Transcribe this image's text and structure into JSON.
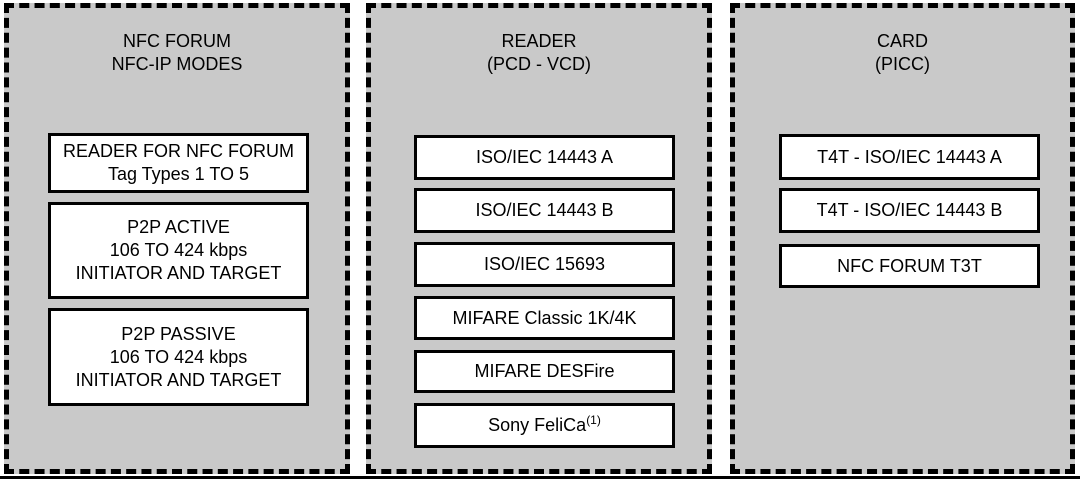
{
  "diagram": {
    "colors": {
      "panel_background": "#c9c9c9",
      "box_background": "#ffffff",
      "border": "#000000",
      "text": "#000000"
    },
    "panels": [
      {
        "title_lines": [
          "NFC FORUM",
          "NFC-IP MODES"
        ],
        "boxes": [
          {
            "lines": [
              "READER FOR NFC FORUM",
              "Tag Types 1 TO 5"
            ]
          },
          {
            "lines": [
              "P2P ACTIVE",
              "106 TO 424 kbps",
              "INITIATOR AND TARGET"
            ]
          },
          {
            "lines": [
              "P2P PASSIVE",
              "106 TO 424 kbps",
              "INITIATOR AND TARGET"
            ]
          }
        ]
      },
      {
        "title_lines": [
          "READER",
          "(PCD - VCD)"
        ],
        "boxes": [
          {
            "lines": [
              "ISO/IEC 14443 A"
            ]
          },
          {
            "lines": [
              "ISO/IEC 14443 B"
            ]
          },
          {
            "lines": [
              "ISO/IEC 15693"
            ]
          },
          {
            "lines": [
              "MIFARE Classic 1K/4K"
            ]
          },
          {
            "lines": [
              "MIFARE DESFire"
            ]
          },
          {
            "lines": [
              "Sony FeliCa"
            ],
            "superscript": "(1)"
          }
        ]
      },
      {
        "title_lines": [
          "CARD",
          "(PICC)"
        ],
        "boxes": [
          {
            "lines": [
              "T4T - ISO/IEC 14443 A"
            ]
          },
          {
            "lines": [
              "T4T - ISO/IEC 14443 B"
            ]
          },
          {
            "lines": [
              "NFC FORUM T3T"
            ]
          }
        ]
      }
    ]
  }
}
